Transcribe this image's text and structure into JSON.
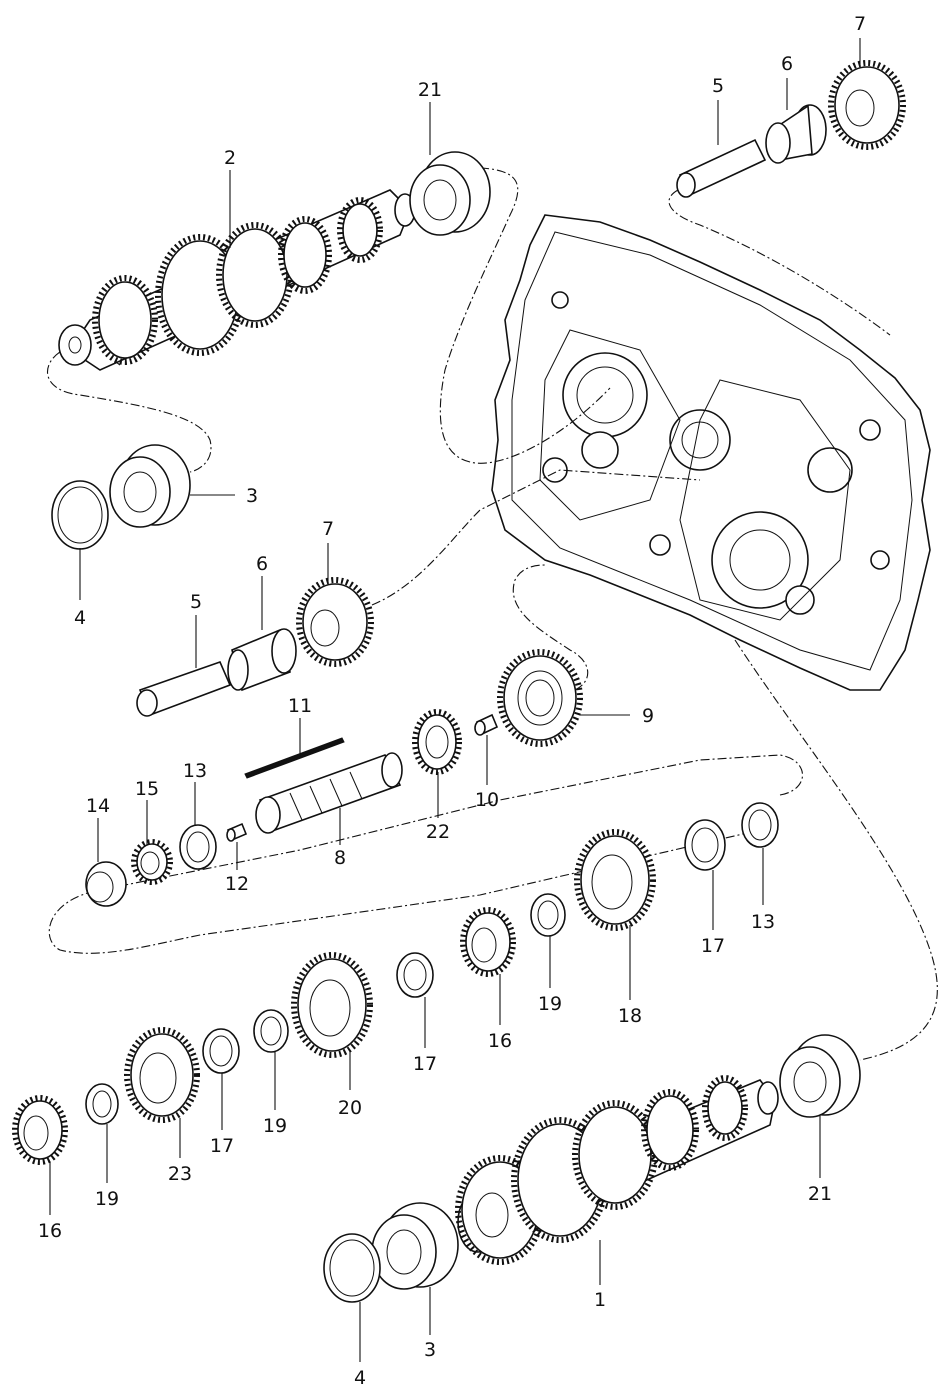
{
  "callouts": [
    {
      "id": "c7a",
      "text": "7"
    },
    {
      "id": "c6a",
      "text": "6"
    },
    {
      "id": "c5a",
      "text": "5"
    },
    {
      "id": "c21a",
      "text": "21"
    },
    {
      "id": "c2",
      "text": "2"
    },
    {
      "id": "c3a",
      "text": "3"
    },
    {
      "id": "c4a",
      "text": "4"
    },
    {
      "id": "c7b",
      "text": "7"
    },
    {
      "id": "c6b",
      "text": "6"
    },
    {
      "id": "c5b",
      "text": "5"
    },
    {
      "id": "c11",
      "text": "11"
    },
    {
      "id": "c9",
      "text": "9"
    },
    {
      "id": "c10",
      "text": "10"
    },
    {
      "id": "c22",
      "text": "22"
    },
    {
      "id": "c8",
      "text": "8"
    },
    {
      "id": "c12",
      "text": "12"
    },
    {
      "id": "c13a",
      "text": "13"
    },
    {
      "id": "c15",
      "text": "15"
    },
    {
      "id": "c14",
      "text": "14"
    },
    {
      "id": "c13b",
      "text": "13"
    },
    {
      "id": "c17a",
      "text": "17"
    },
    {
      "id": "c18",
      "text": "18"
    },
    {
      "id": "c19a",
      "text": "19"
    },
    {
      "id": "c16a",
      "text": "16"
    },
    {
      "id": "c17b",
      "text": "17"
    },
    {
      "id": "c20",
      "text": "20"
    },
    {
      "id": "c19b",
      "text": "19"
    },
    {
      "id": "c17c",
      "text": "17"
    },
    {
      "id": "c23",
      "text": "23"
    },
    {
      "id": "c19c",
      "text": "19"
    },
    {
      "id": "c16b",
      "text": "16"
    },
    {
      "id": "c21b",
      "text": "21"
    },
    {
      "id": "c1",
      "text": "1"
    },
    {
      "id": "c3b",
      "text": "3"
    },
    {
      "id": "c4b",
      "text": "4"
    }
  ]
}
